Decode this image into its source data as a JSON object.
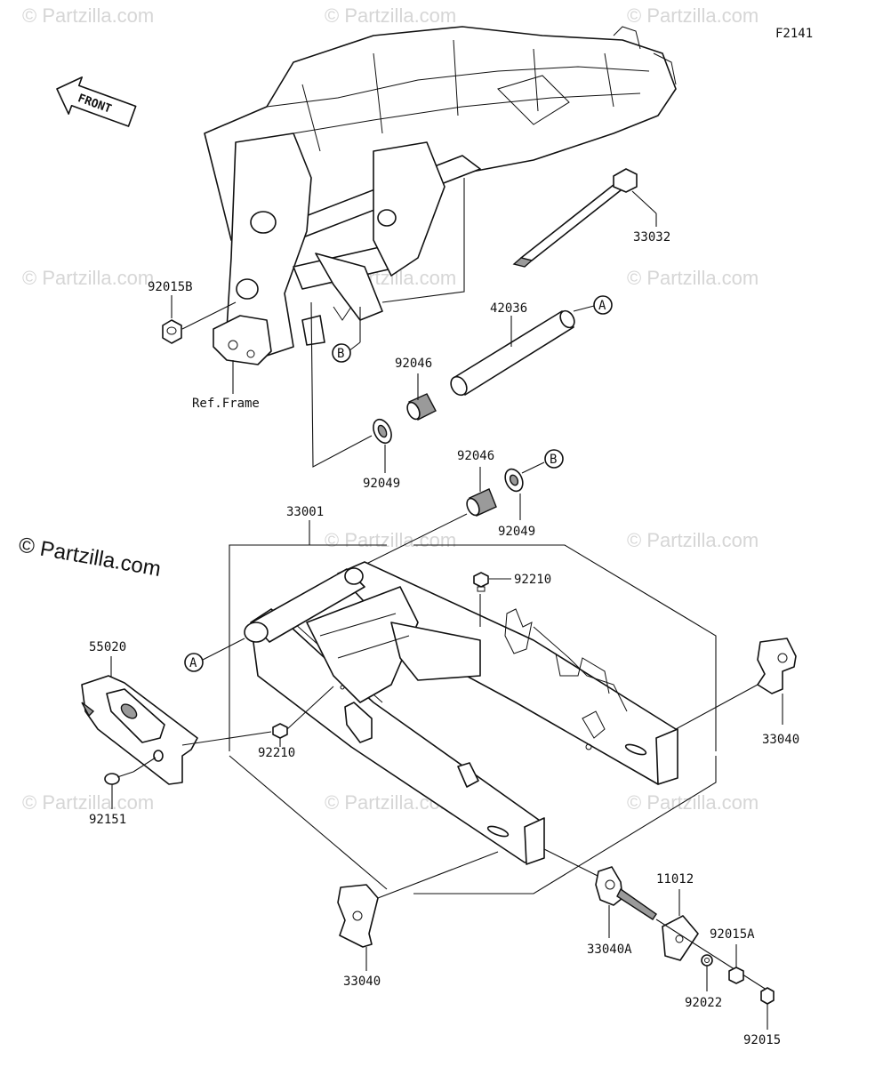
{
  "figure_code": "F2141",
  "front_arrow_label": "FRONT",
  "ref_frame_label": "Ref.Frame",
  "brand_watermark": "© Partzilla.com",
  "repeated_watermark": "© Partzilla.com",
  "callouts": {
    "a_top": "A",
    "a_left": "A",
    "b_left": "B",
    "b_right": "B"
  },
  "parts": {
    "p33032": "33032",
    "p92015B": "92015B",
    "p42036": "42036",
    "p92046_top": "92046",
    "p92049_top": "92049",
    "p92046_mid": "92046",
    "p92049_mid": "92049",
    "p33001": "33001",
    "p92210_top": "92210",
    "p55020": "55020",
    "p92210_bottom": "92210",
    "p33040_right": "33040",
    "p92151": "92151",
    "p11012": "11012",
    "p33040A": "33040A",
    "p92015A": "92015A",
    "p33040_bottom": "33040",
    "p92022": "92022",
    "p92015": "92015"
  }
}
